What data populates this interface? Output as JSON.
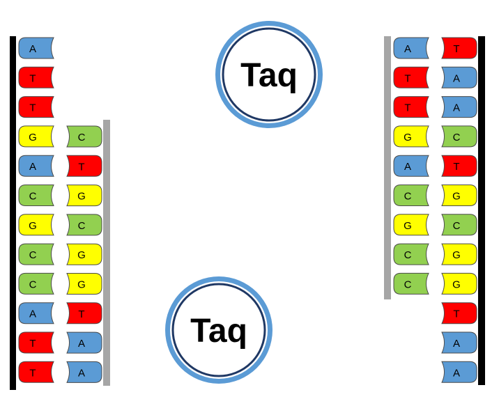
{
  "colors": {
    "A": "#5b9bd5",
    "T": "#ff0000",
    "G": "#ffff00",
    "C": "#92d050",
    "strand_dark": "#000000",
    "strand_grey": "#a6a6a6",
    "taq_ring": "#5b9bd5"
  },
  "left_template_strand": [
    "A",
    "T",
    "T",
    "G",
    "A",
    "C",
    "G",
    "C",
    "C",
    "A",
    "T",
    "T"
  ],
  "left_new_strand": [
    "C",
    "T",
    "G",
    "C",
    "G",
    "G",
    "T",
    "A",
    "A"
  ],
  "right_template_strand": [
    "A",
    "T",
    "T",
    "G",
    "A",
    "C",
    "G",
    "C",
    "C"
  ],
  "right_complement_strand": [
    "T",
    "A",
    "A",
    "C",
    "T",
    "G",
    "C",
    "G",
    "G",
    "T",
    "A",
    "A"
  ],
  "taq_labels": [
    "Taq",
    "Taq"
  ]
}
